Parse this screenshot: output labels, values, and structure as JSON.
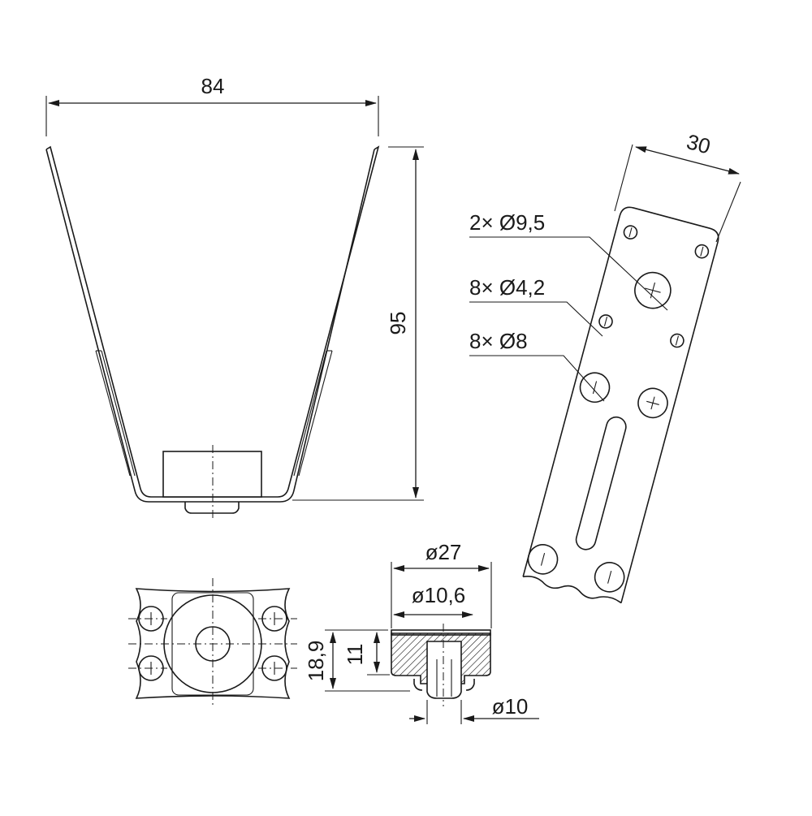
{
  "dimensions": {
    "width": "84",
    "height": "95",
    "plate_width": "30",
    "holes_large": "2× Ø9,5",
    "holes_small": "8× Ø4,2",
    "holes_medium": "8× Ø8",
    "foot_outer": "ø27",
    "foot_inner": "ø10,6",
    "foot_pin": "ø10",
    "foot_total_height": "18,9",
    "foot_body_height": "11"
  },
  "colors": {
    "line": "#1a1a1a",
    "background": "#ffffff",
    "hatch": "#1a1a1a"
  }
}
